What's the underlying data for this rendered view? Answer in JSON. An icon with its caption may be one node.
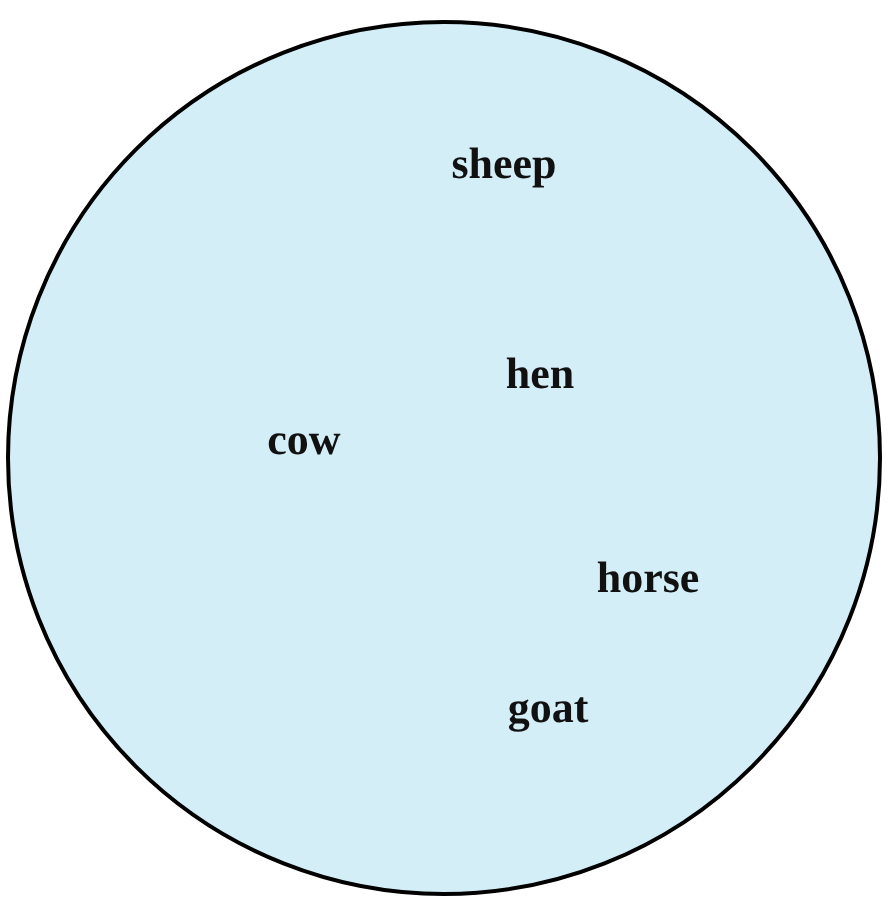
{
  "diagram": {
    "nodes": [
      {
        "text": [
          "sheep",
          "hen",
          "cow",
          "horse",
          "goat"
        ]
      }
    ]
  }
}
